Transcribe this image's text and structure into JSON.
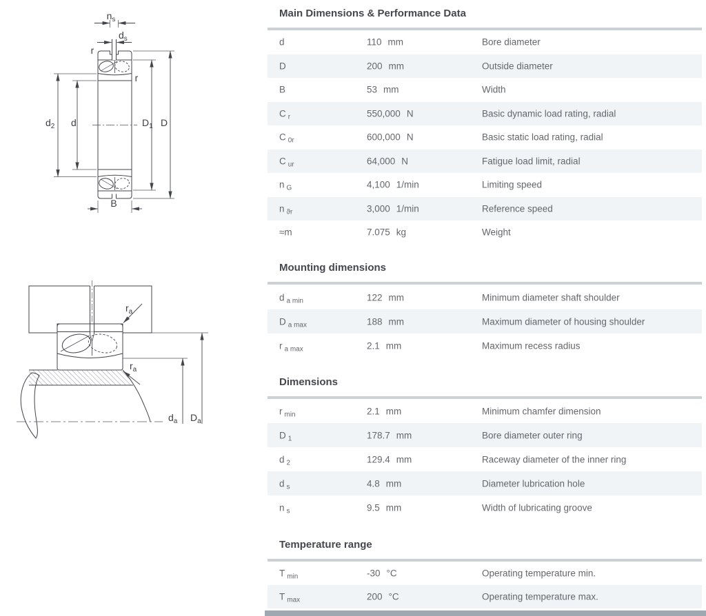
{
  "drawings": {
    "top": {
      "name": "bearing cross-section drawing",
      "labels": [
        {
          "main": "n",
          "sub": "s"
        },
        {
          "main": "d",
          "sub": "s"
        },
        {
          "main": "r",
          "sub": ""
        },
        {
          "main": "r",
          "sub": ""
        },
        {
          "main": "d",
          "sub": "2"
        },
        {
          "main": "d",
          "sub": ""
        },
        {
          "main": "D",
          "sub": "1"
        },
        {
          "main": "D",
          "sub": ""
        },
        {
          "main": "B",
          "sub": ""
        }
      ]
    },
    "bottom": {
      "name": "bearing mounting drawing",
      "labels": [
        {
          "main": "r",
          "sub": "a"
        },
        {
          "main": "r",
          "sub": "a"
        },
        {
          "main": "d",
          "sub": "a"
        },
        {
          "main": "D",
          "sub": "a"
        }
      ]
    }
  },
  "sections": [
    {
      "title": "Main Dimensions & Performance Data",
      "rows": [
        {
          "sym": "d",
          "sub": "",
          "value": "110",
          "unit": "mm",
          "desc": "Bore diameter"
        },
        {
          "sym": "D",
          "sub": "",
          "value": "200",
          "unit": "mm",
          "desc": "Outside diameter"
        },
        {
          "sym": "B",
          "sub": "",
          "value": "53",
          "unit": "mm",
          "desc": "Width"
        },
        {
          "sym": "C",
          "sub": "r",
          "value": "550,000",
          "unit": "N",
          "desc": "Basic dynamic load rating, radial"
        },
        {
          "sym": "C",
          "sub": "0r",
          "value": "600,000",
          "unit": "N",
          "desc": "Basic static load rating, radial"
        },
        {
          "sym": "C",
          "sub": "ur",
          "value": "64,000",
          "unit": "N",
          "desc": "Fatigue load limit, radial"
        },
        {
          "sym": "n",
          "sub": "G",
          "value": "4,100",
          "unit": "1/min",
          "desc": "Limiting speed"
        },
        {
          "sym": "n",
          "sub": "ϑr",
          "value": "3,000",
          "unit": "1/min",
          "desc": "Reference speed"
        },
        {
          "sym": "≈m",
          "sub": "",
          "value": "7.075",
          "unit": "kg",
          "desc": "Weight"
        }
      ]
    },
    {
      "title": "Mounting dimensions",
      "rows": [
        {
          "sym": "d",
          "sub": "a min",
          "value": "122",
          "unit": "mm",
          "desc": "Minimum diameter shaft shoulder"
        },
        {
          "sym": "D",
          "sub": "a max",
          "value": "188",
          "unit": "mm",
          "desc": "Maximum diameter of housing shoulder"
        },
        {
          "sym": "r",
          "sub": "a max",
          "value": "2.1",
          "unit": "mm",
          "desc": "Maximum recess radius"
        }
      ]
    },
    {
      "title": "Dimensions",
      "rows": [
        {
          "sym": "r",
          "sub": "min",
          "value": "2.1",
          "unit": "mm",
          "desc": "Minimum chamfer dimension"
        },
        {
          "sym": "D",
          "sub": "1",
          "value": "178.7",
          "unit": "mm",
          "desc": "Bore diameter outer ring"
        },
        {
          "sym": "d",
          "sub": "2",
          "value": "129.4",
          "unit": "mm",
          "desc": "Raceway diameter of the inner ring"
        },
        {
          "sym": "d",
          "sub": "s",
          "value": "4.8",
          "unit": "mm",
          "desc": "Diameter lubrication hole"
        },
        {
          "sym": "n",
          "sub": "s",
          "value": "9.5",
          "unit": "mm",
          "desc": "Width of lubricating groove"
        }
      ]
    },
    {
      "title": "Temperature range",
      "rows": [
        {
          "sym": "T",
          "sub": "min",
          "value": "-30",
          "unit": "°C",
          "desc": "Operating temperature min."
        },
        {
          "sym": "T",
          "sub": "max",
          "value": "200",
          "unit": "°C",
          "desc": "Operating temperature max."
        }
      ]
    }
  ]
}
